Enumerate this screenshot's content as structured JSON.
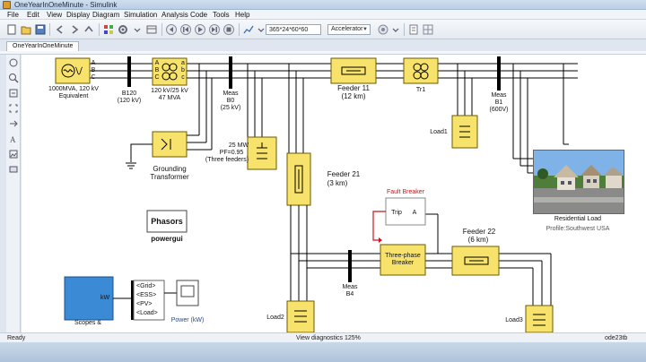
{
  "window": {
    "title": "OneYearInOneMinute - Simulink"
  },
  "menu": {
    "items": [
      "File",
      "Edit",
      "View",
      "Display",
      "Diagram",
      "Simulation",
      "Analysis",
      "Code",
      "Tools",
      "Help"
    ]
  },
  "toolbar": {
    "stop_time": "365*24*60*60",
    "sim_mode": "Accelerator"
  },
  "tabs": [
    {
      "label": "OneYearInOneMinute"
    }
  ],
  "status": {
    "left": "Ready",
    "middle": "View diagnostics  125%",
    "right": "ode23tb"
  },
  "diagram": {
    "source": {
      "label1": "1000MVA, 120 kV",
      "label2": "Equivalent"
    },
    "b120": {
      "label1": "B120",
      "label2": "(120 kV)"
    },
    "transformer_main": {
      "label1": "120 kV/25 kV",
      "label2": "47 MVA"
    },
    "meas_b0": {
      "label1": "Meas",
      "label2": "B0",
      "label3": "(25 kV)"
    },
    "feeder11": {
      "label1": "Feeder 11",
      "label2": "(12 km)"
    },
    "tr1": {
      "label": "Tr1"
    },
    "meas_b1": {
      "label1": "Meas",
      "label2": "B1",
      "label3": "(600V)"
    },
    "load1": {
      "label": "Load1"
    },
    "grounding": {
      "label1": "Grounding",
      "label2": "Transformer"
    },
    "load_25mw": {
      "label1": "25 MW",
      "label2": "PF=0.95",
      "label3": "(Three feeders)"
    },
    "feeder21": {
      "label1": "Feeder 21",
      "label2": "(3 km)"
    },
    "fault_breaker": {
      "label": "Fault Breaker",
      "trip": "Trip",
      "port": "A"
    },
    "three_phase_breaker": {
      "label1": "Three-phase",
      "label2": "Breaker"
    },
    "feeder22": {
      "label1": "Feeder 22",
      "label2": "(6 km)"
    },
    "residential": {
      "label1": "Residential Load",
      "label2": "Profile:Southwest USA"
    },
    "powergui": {
      "block_text": "Phasors",
      "label": "powergui"
    },
    "meas_b4": {
      "label1": "Meas",
      "label2": "B4"
    },
    "load2": {
      "label": "Load2"
    },
    "load3": {
      "label": "Load3"
    },
    "scopes": {
      "label": "Scopes &",
      "port": "kW"
    },
    "bus_signals": [
      "<Grid>",
      "<ESS>",
      "<PV>",
      "<Load>"
    ],
    "power_scope": {
      "label": "Power (kW)"
    },
    "port_A": "A",
    "port_B": "B",
    "port_C": "C",
    "port_a": "a",
    "port_b": "b",
    "port_c": "c"
  },
  "colors": {
    "block_yellow": "#f7e36b",
    "block_border": "#6b5a00",
    "line": "#000000",
    "fault_red": "#c8151b",
    "scope_blue": "#3b8ad6"
  }
}
